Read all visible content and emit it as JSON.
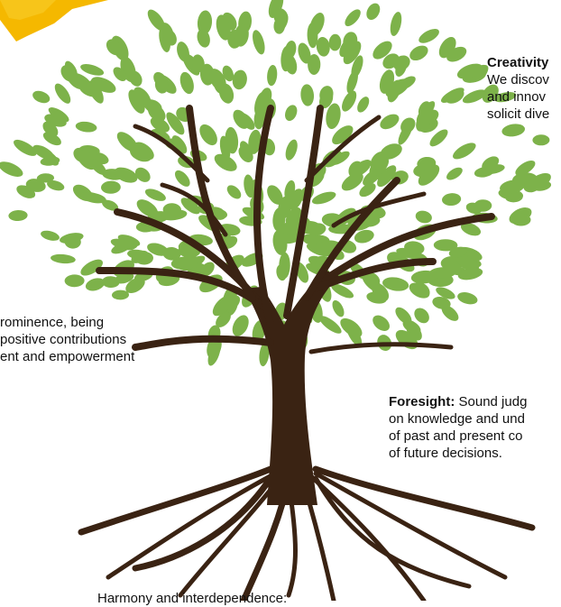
{
  "colors": {
    "leaf": "#7db24a",
    "trunk": "#3a2313",
    "sun": "#f5b800",
    "text": "#111111"
  },
  "icons": {
    "sun": "sun-icon",
    "tree": "tree-illustration"
  },
  "creativity": {
    "heading": "Creativity",
    "lines": [
      "We discov",
      "and innov",
      "solicit dive"
    ]
  },
  "leadership": {
    "lines": [
      "rominence, being",
      "positive contributions",
      "ent and empowerment"
    ]
  },
  "foresight": {
    "heading": "Foresight:",
    "first_line_rest": " Sound judg",
    "lines": [
      "on knowledge and und",
      "of past and present co",
      "of future decisions."
    ]
  },
  "harmony": {
    "text": "Harmony and interdependence:"
  }
}
